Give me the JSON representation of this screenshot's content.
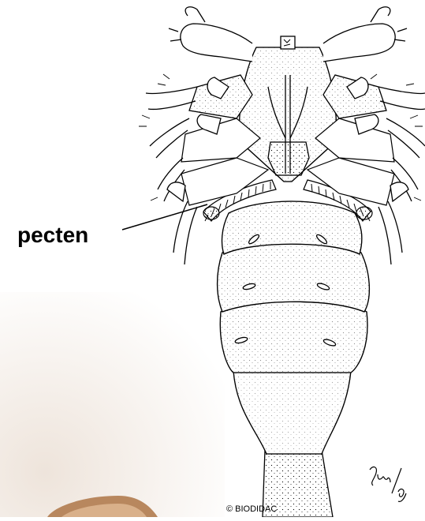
{
  "figure": {
    "label": "pecten",
    "copyright": "© BIODIDAC",
    "signature": "Juy/95"
  },
  "colors": {
    "ink": "#000000",
    "paper": "#ffffff",
    "photo_wash": "#f3ece6",
    "photo_rim": "#b8875e"
  }
}
